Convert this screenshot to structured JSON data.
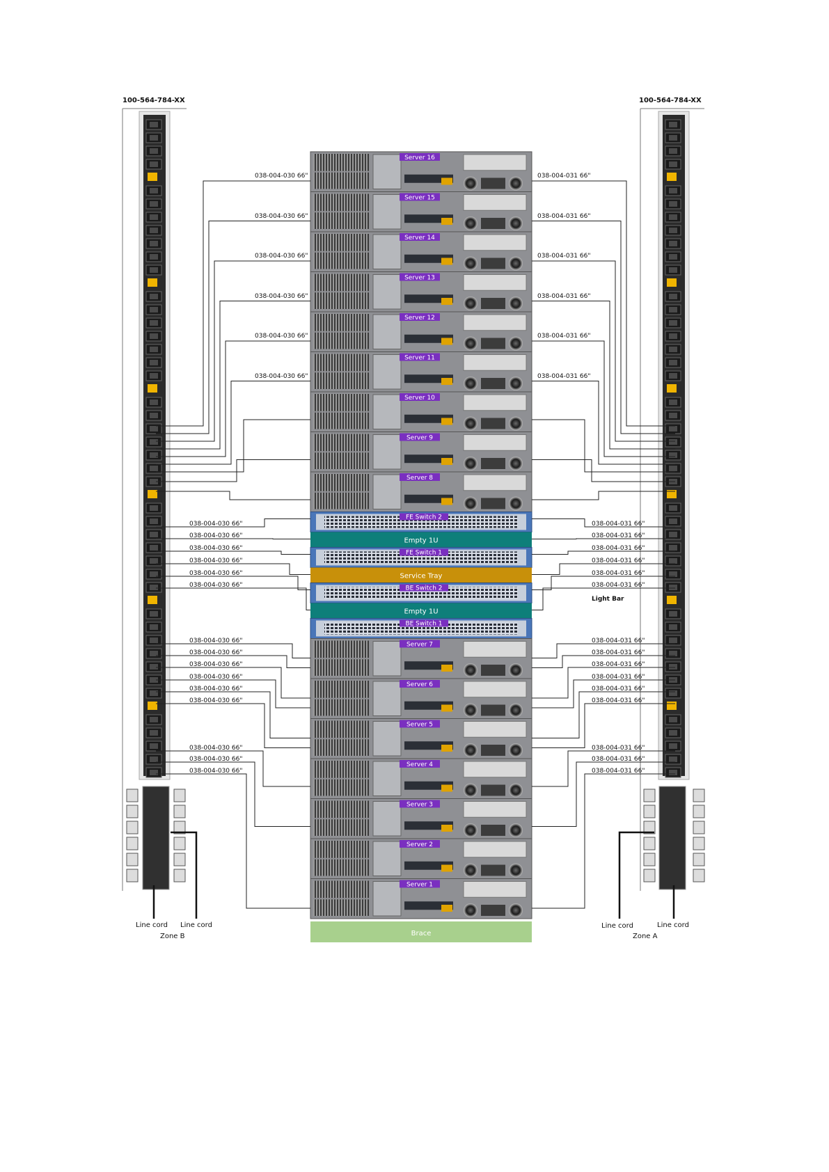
{
  "pdu_part_number": "100-564-784-XX",
  "cable_label_left": "038-004-030 66\"",
  "cable_label_right": "038-004-031 66\"",
  "rack_units": [
    {
      "label": "Server 16",
      "type": "server"
    },
    {
      "label": "Server 15",
      "type": "server"
    },
    {
      "label": "Server 14",
      "type": "server"
    },
    {
      "label": "Server 13",
      "type": "server"
    },
    {
      "label": "Server 12",
      "type": "server"
    },
    {
      "label": "Server 11",
      "type": "server"
    },
    {
      "label": "Server 10",
      "type": "server"
    },
    {
      "label": "Server 9",
      "type": "server"
    },
    {
      "label": "Server 8",
      "type": "server"
    },
    {
      "label": "FE Switch 2",
      "type": "switch"
    },
    {
      "label": "Empty 1U",
      "type": "empty"
    },
    {
      "label": "FE Switch 1",
      "type": "switch"
    },
    {
      "label": "Service Tray",
      "type": "tray"
    },
    {
      "label": "BE Switch 2",
      "type": "switch"
    },
    {
      "label": "Empty 1U",
      "type": "empty"
    },
    {
      "label": "BE Switch 1",
      "type": "switch"
    },
    {
      "label": "Server 7",
      "type": "server"
    },
    {
      "label": "Server 6",
      "type": "server"
    },
    {
      "label": "Server 5",
      "type": "server"
    },
    {
      "label": "Server 4",
      "type": "server"
    },
    {
      "label": "Server 3",
      "type": "server"
    },
    {
      "label": "Server 2",
      "type": "server"
    },
    {
      "label": "Server 1",
      "type": "server"
    }
  ],
  "brace_label": "Brace",
  "light_bar_label": "Light Bar",
  "line_cord": "Line cord",
  "zone_b": "Zone B",
  "zone_a": "Zone A",
  "colors": {
    "server_label_bg": "#7a2fc0",
    "empty_bg": "#0e7f7a",
    "tray_bg": "#c8900a",
    "brace_bg": "#a8d08d",
    "switch_bg": "#4a76b8",
    "pdu_body": "#2b2b2b"
  }
}
